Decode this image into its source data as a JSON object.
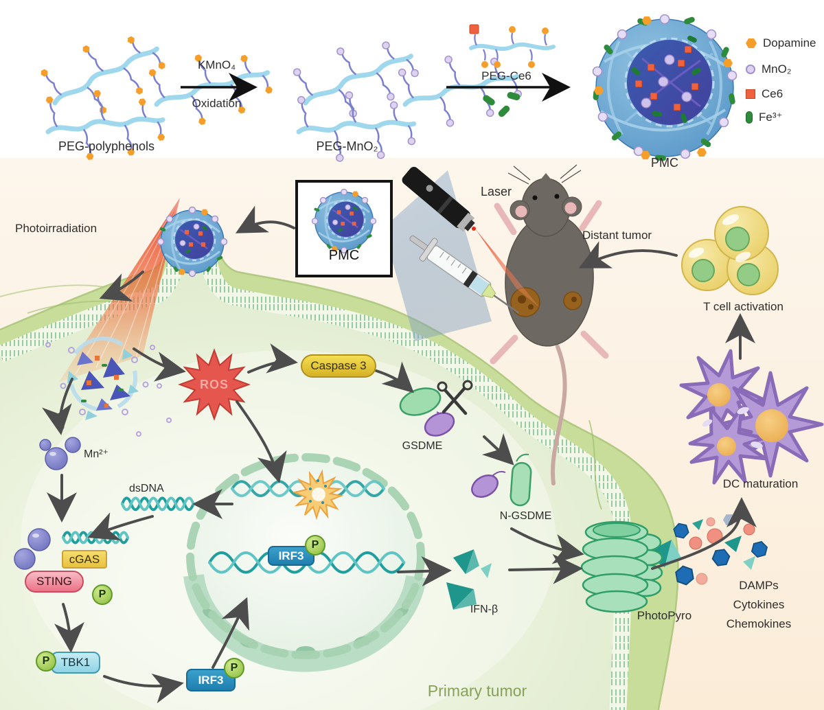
{
  "synthesis": {
    "start_label": "PEG-polyphenols",
    "step1_reagent": "KMnO₄",
    "step1_process": "Oxidation",
    "intermediate_label": "PEG-MnO₂",
    "step2_reagent": "PEG-Ce6",
    "product_label": "PMC"
  },
  "legend": {
    "items": [
      {
        "name": "Dopamine",
        "icon": "hexagon-icon",
        "color": "#f59e2a"
      },
      {
        "name": "MnO₂",
        "icon": "sphere-icon",
        "color": "#ddd2f0"
      },
      {
        "name": "Ce6",
        "icon": "square-icon",
        "color": "#ee6240"
      },
      {
        "name": "Fe³⁺",
        "icon": "rod-icon",
        "color": "#2e8b3c"
      }
    ]
  },
  "scene": {
    "photoirradiation": "Photoirradiation",
    "pmc_box": "PMC",
    "laser": "Laser",
    "distant_tumor": "Distant tumor",
    "t_cell_activation": "T cell activation",
    "dc_maturation": "DC maturation",
    "damps": "DAMPs",
    "cytokines": "Cytokines",
    "chemokines": "Chemokines",
    "photopyro": "PhotoPyro",
    "primary_tumor": "Primary tumor"
  },
  "pathway": {
    "ros": "ROS",
    "caspase3": "Caspase 3",
    "gsdme": "GSDME",
    "n_gsdme": "N-GSDME",
    "mn_ion": "Mn²⁺",
    "dsdna": "dsDNA",
    "cgas": "cGAS",
    "sting": "STING",
    "tbk1": "TBK1",
    "irf3_cytoplasm": "IRF3",
    "irf3_nucleus": "IRF3",
    "ifn_beta": "IFN-β",
    "phospho": "P"
  },
  "colors": {
    "accent_red": "#e4564e",
    "teal_dna": "#1f9e9e",
    "cell_green": "#dfeccf",
    "extracellular_peach": "#fdf1e2",
    "pore_green": "#a8e0bc"
  }
}
